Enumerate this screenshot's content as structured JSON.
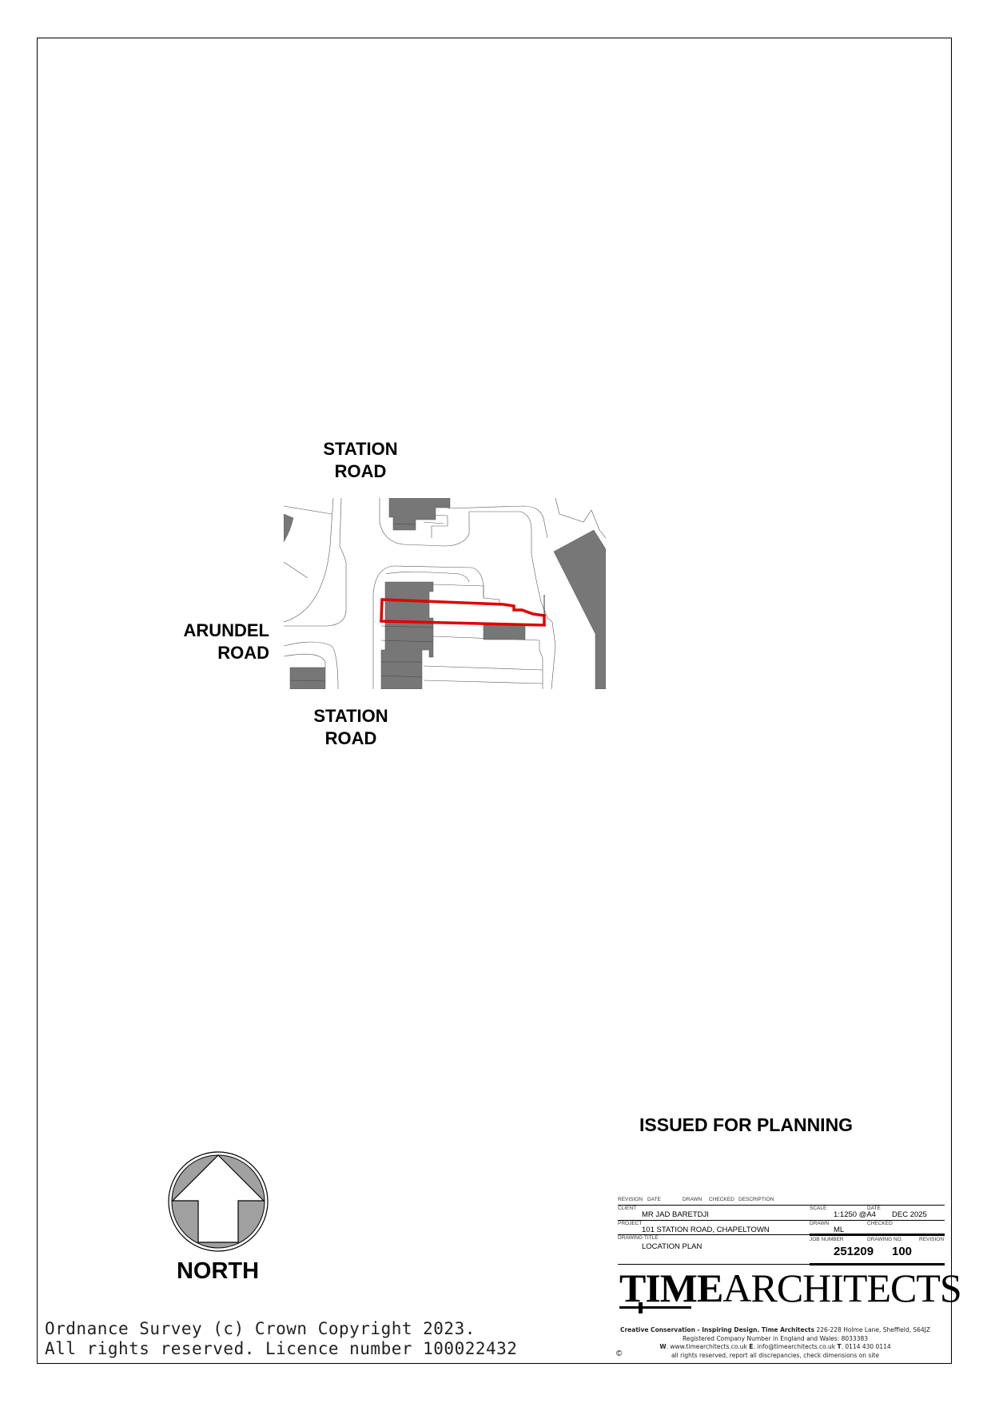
{
  "map_labels": {
    "top_road": [
      "STATION",
      "ROAD"
    ],
    "left_road": [
      "ARUNDEL",
      "ROAD"
    ],
    "bottom_road": [
      "STATION",
      "ROAD"
    ]
  },
  "colors": {
    "site_boundary": "#e00000",
    "buildings": "#777777"
  },
  "status": "ISSUED FOR PLANNING",
  "north": {
    "label": "NORTH",
    "icon": "north-arrow-icon"
  },
  "copyright": [
    "Ordnance Survey (c) Crown Copyright 2023.",
    "All rights reserved. Licence number 100022432"
  ],
  "title_block": {
    "revision_headers": [
      "REVISION",
      "DATE",
      "DRAWN",
      "CHECKED",
      "DESCRIPTION"
    ],
    "client_label": "CLIENT",
    "client": "MR JAD BARETDJI",
    "project_label": "PROJECT",
    "project": "101 STATION ROAD, CHAPELTOWN",
    "drawing_title_label": "DRAWING TITLE",
    "drawing_title": "LOCATION PLAN",
    "scale_label": "SCALE",
    "scale": "1:1250 @A4",
    "date_label": "DATE",
    "date": "DEC 2025",
    "drawn_label": "DRAWN",
    "drawn": "ML",
    "checked_label": "CHECKED",
    "checked": "",
    "job_number_label": "JOB NUMBER",
    "job_number": "251209",
    "drawing_no_label": "DRAWING NO.",
    "drawing_no": "100",
    "revision_label": "REVISION",
    "revision": ""
  },
  "logo": {
    "bold": "TIME",
    "regular": "ARCHITECTS"
  },
  "footer": {
    "tagline_bold": "Creative Conservation - Inspiring Design. Time Architects",
    "address": " 226-228 Holme Lane, Sheffield, S64JZ",
    "company_reg": "Registered Company Number in England and Wales: 8033383",
    "w": "W",
    "web": ". www.timearchitects.co.uk ",
    "e": "E",
    "email": ". info@timearchitects.co.uk ",
    "t": "T",
    "phone": ". 0114 430 0114",
    "rights": "all rights reserved, report all discrepancies, check dimensions on site",
    "copyright_symbol": "©"
  }
}
